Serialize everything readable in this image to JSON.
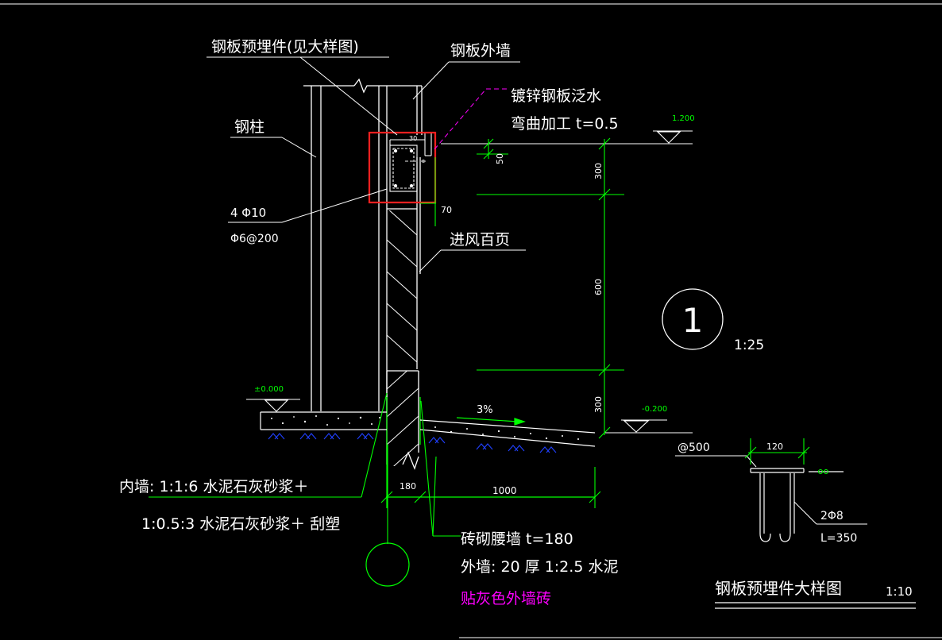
{
  "colors": {
    "background": "#000000",
    "line": "#ffffff",
    "dimension": "#00ff00",
    "leader_magenta": "#ff00ff",
    "highlight": "#ff2020",
    "hatch_blue": "#2040ff"
  },
  "labels": {
    "embed_part_ref": "钢板预埋件(见大样图)",
    "steel_outer_wall": "钢板外墙",
    "galv_flashing_1": "镀锌钢板泛水",
    "galv_flashing_2": "弯曲加工  t=0.5",
    "steel_column": "钢柱",
    "rebar_main": "4  Φ10",
    "rebar_stirrup": "Φ6@200",
    "air_louver": "进风百页",
    "inner_wall_1": "内墙:  1:1:6   水泥石灰砂浆＋",
    "inner_wall_2": "1:0.5:3    水泥石灰砂浆＋   刮塑",
    "brick_wall_1": "砖砌腰墙   t=180",
    "brick_wall_2": "外墙:  20  厚  1:2.5    水泥",
    "brick_wall_3": "贴灰色外墙砖",
    "slope": "3%",
    "section_number": "1",
    "section_scale": "1:25",
    "embed_spacing": "@500",
    "embed_rebar": "2Φ8",
    "embed_length": "L=350",
    "detail_title": "钢板预埋件大样图",
    "detail_scale": "1:10"
  },
  "elevations": {
    "top": "1.200",
    "ground_inside": "±0.000",
    "ground_outside": "-0.200"
  },
  "dimensions": {
    "gutter_top": "50",
    "beam_offset": "70",
    "upper": "300",
    "middle": "600",
    "lower": "300",
    "wall_thickness": "180",
    "apron_width": "1000",
    "plate_width": "120",
    "small_mark": "30"
  }
}
